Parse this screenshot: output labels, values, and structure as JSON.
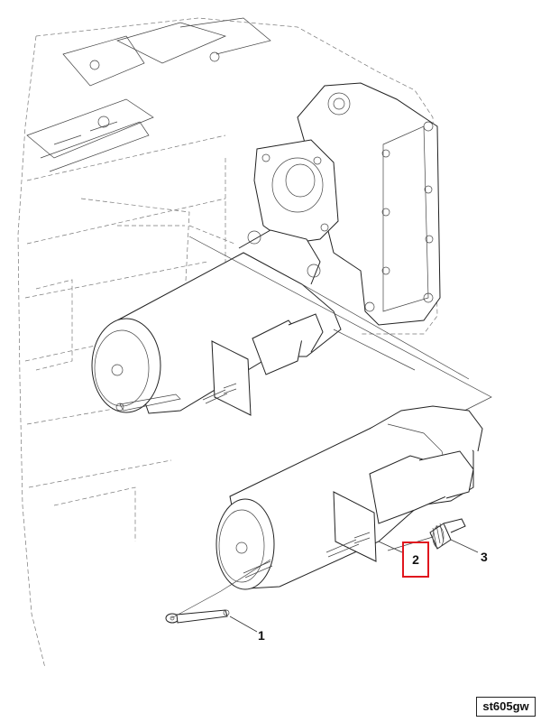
{
  "callouts": {
    "item1": "1",
    "item2": "2",
    "item3": "3"
  },
  "highlight_color": "#e0161e",
  "reference_code": "st605gw"
}
